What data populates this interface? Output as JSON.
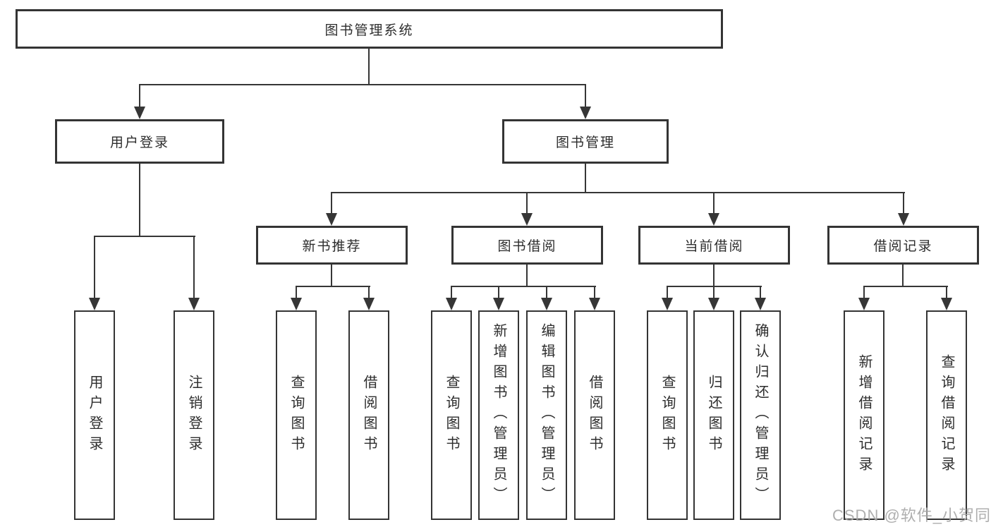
{
  "root": {
    "label": "图书管理系统"
  },
  "level2": [
    {
      "label": "用户登录"
    },
    {
      "label": "图书管理"
    }
  ],
  "level3": [
    {
      "label": "新书推荐",
      "parent": "图书管理"
    },
    {
      "label": "图书借阅",
      "parent": "图书管理"
    },
    {
      "label": "当前借阅",
      "parent": "图书管理"
    },
    {
      "label": "借阅记录",
      "parent": "图书管理"
    }
  ],
  "leaves": [
    {
      "label": "用户登录",
      "parent": "用户登录"
    },
    {
      "label": "注销登录",
      "parent": "用户登录"
    },
    {
      "label": "查询图书",
      "parent": "新书推荐"
    },
    {
      "label": "借阅图书",
      "parent": "新书推荐"
    },
    {
      "label": "查询图书",
      "parent": "图书借阅"
    },
    {
      "label": "新增图书（管理员）",
      "parent": "图书借阅"
    },
    {
      "label": "编辑图书（管理员）",
      "parent": "图书借阅"
    },
    {
      "label": "借阅图书",
      "parent": "图书借阅"
    },
    {
      "label": "查询图书",
      "parent": "当前借阅"
    },
    {
      "label": "归还图书",
      "parent": "当前借阅"
    },
    {
      "label": "确认归还（管理员）",
      "parent": "当前借阅"
    },
    {
      "label": "新增借阅记录",
      "parent": "借阅记录"
    },
    {
      "label": "查询借阅记录",
      "parent": "借阅记录"
    }
  ],
  "watermark": {
    "text": "CSDN @软件_小贺同学"
  },
  "colors": {
    "line": "#363636",
    "border": "#343434",
    "text": "#2d2d2d",
    "background": "#ffffff",
    "watermark": "#a8a8a8"
  }
}
